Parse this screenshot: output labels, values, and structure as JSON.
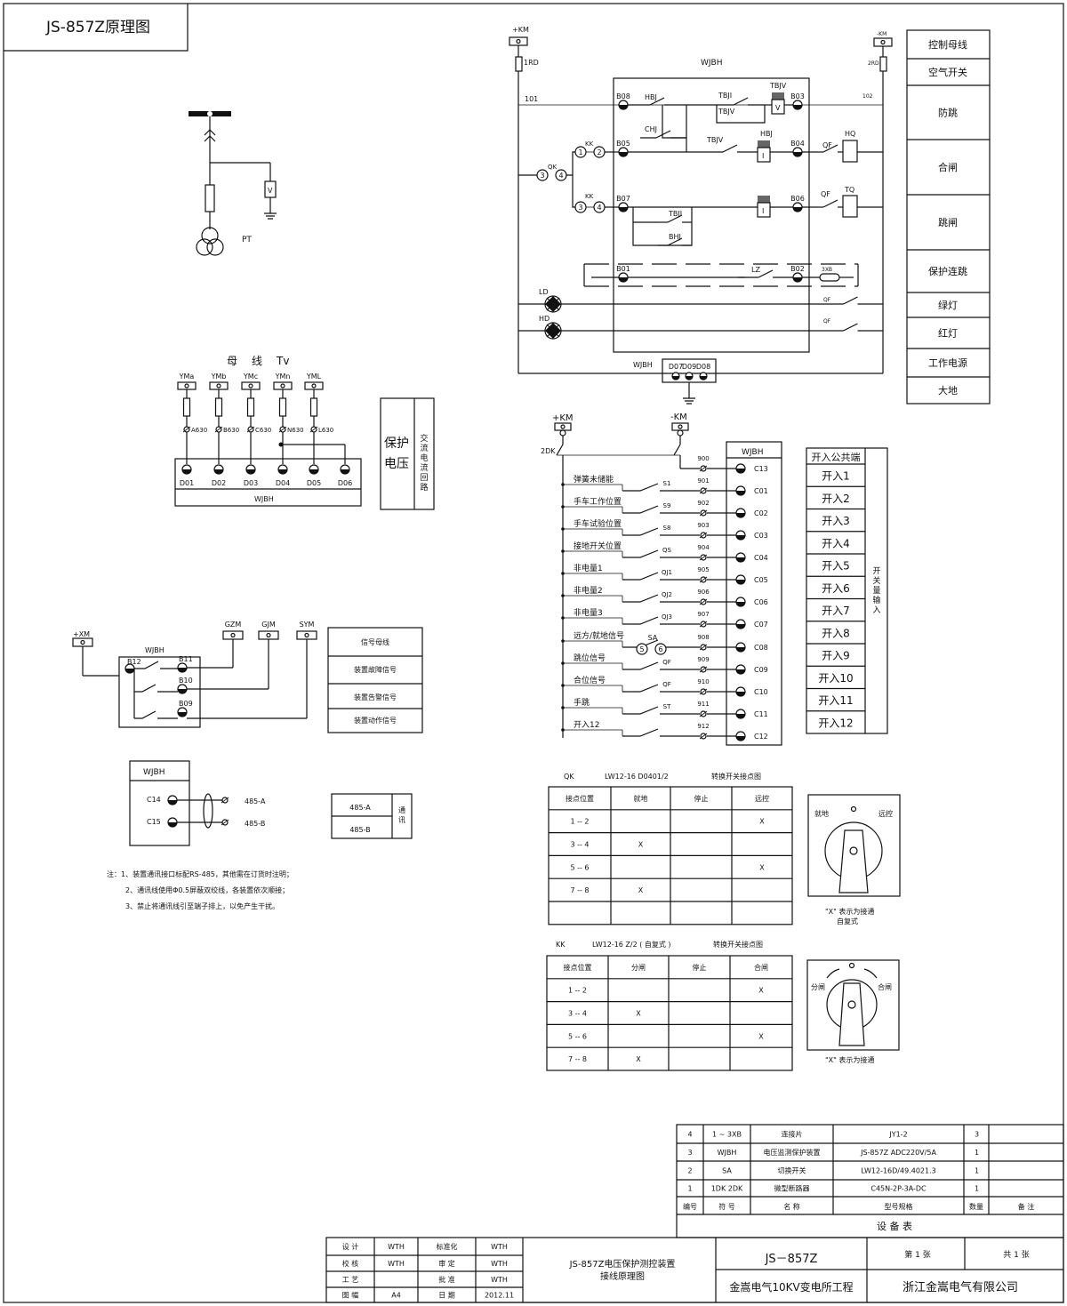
{
  "title": "JS-857Z原理图",
  "pt": {
    "label": "PT",
    "bus_header": [
      "母",
      "线",
      "Tv"
    ],
    "bus_names": [
      "YMa",
      "YMb",
      "YMc",
      "YMn",
      "YML"
    ],
    "wire_labels": [
      "A630",
      "B630",
      "C630",
      "N630",
      "L630"
    ],
    "terminals": [
      "D01",
      "D02",
      "D03",
      "D04",
      "D05",
      "D06"
    ],
    "device": "WJBH",
    "side_label_main": [
      "保护",
      "电压"
    ],
    "side_label_sub": "交流电流回路"
  },
  "control": {
    "plus_km": "+KM",
    "minus_km": "-KM",
    "rd1": "1RD",
    "rd2": "2RD",
    "device": "WJBH",
    "wire_101": "101",
    "wire_102": "102",
    "relays": {
      "hbj": "HBJ",
      "tbji": "TBJI",
      "tbjv": "TBJV",
      "chj": "CHJ",
      "kk": "KK",
      "qk": "QK",
      "qf": "QF",
      "hq": "HQ",
      "tq": "TQ",
      "bhj": "BHJ",
      "lz": "LZ",
      "xb": "3XB",
      "ld": "LD",
      "hd": "HD",
      "v": "V",
      "i": "I"
    },
    "terminals": [
      "B08",
      "B03",
      "B05",
      "B04",
      "B07",
      "B06",
      "B01",
      "B02"
    ],
    "contact_nums": [
      "1",
      "2",
      "3",
      "4"
    ],
    "power_terminals": [
      "D07",
      "D09",
      "D08"
    ],
    "legend": [
      "控制母线",
      "空气开关",
      "防跳",
      "合闸",
      "跳闸",
      "保护连跳",
      "绿灯",
      "红灯",
      "工作电源",
      "大地"
    ]
  },
  "signals": {
    "plus_xm": "+XM",
    "device": "WJBH",
    "terminals": [
      "B12",
      "B11",
      "B10",
      "B09"
    ],
    "buses": [
      "GZM",
      "GJM",
      "SYM"
    ],
    "legend": [
      "信号母线",
      "装置故障信号",
      "装置告警信号",
      "装置动作信号"
    ]
  },
  "comm": {
    "device": "WJBH",
    "terminals": [
      "C14",
      "C15"
    ],
    "lines": [
      "485-A",
      "485-B"
    ],
    "legend_label": "通讯"
  },
  "notes": [
    "注：1、装置通讯接口标配RS-485，其他需在订货时注明；",
    "2、通讯线使用Φ0.5屏蔽双绞线，各装置依次顺接；",
    "3、禁止将通讯线引至端子排上，以免产生干扰。"
  ],
  "inputs": {
    "plus_km": "+KM",
    "minus_km": "-KM",
    "dk": "2DK",
    "device": "WJBH",
    "rows": [
      {
        "label": "",
        "contact": "",
        "wire": "900",
        "term": "C13"
      },
      {
        "label": "弹簧未储能",
        "contact": "S1",
        "wire": "901",
        "term": "C01"
      },
      {
        "label": "手车工作位置",
        "contact": "S9",
        "wire": "902",
        "term": "C02"
      },
      {
        "label": "手车试验位置",
        "contact": "S8",
        "wire": "903",
        "term": "C03"
      },
      {
        "label": "接地开关位置",
        "contact": "QS",
        "wire": "904",
        "term": "C04"
      },
      {
        "label": "非电量1",
        "contact": "QJ1",
        "wire": "905",
        "term": "C05"
      },
      {
        "label": "非电量2",
        "contact": "QJ2",
        "wire": "906",
        "term": "C06"
      },
      {
        "label": "非电量3",
        "contact": "QJ3",
        "wire": "907",
        "term": "C07"
      },
      {
        "label": "远方/就地信号",
        "contact": "SA",
        "wire": "908",
        "term": "C08"
      },
      {
        "label": "跳位信号",
        "contact": "QF",
        "wire": "909",
        "term": "C09"
      },
      {
        "label": "合位信号",
        "contact": "QF",
        "wire": "910",
        "term": "C10"
      },
      {
        "label": "手跳",
        "contact": "ST",
        "wire": "911",
        "term": "C11"
      },
      {
        "label": "开入12",
        "contact": "",
        "wire": "912",
        "term": "C12"
      }
    ],
    "sa_nums": [
      "5",
      "6"
    ],
    "legend": [
      "开入公共端",
      "开入1",
      "开入2",
      "开入3",
      "开入4",
      "开入5",
      "开入6",
      "开入7",
      "开入8",
      "开入9",
      "开入10",
      "开入11",
      "开入12"
    ],
    "legend_side": "开关量输入"
  },
  "qk_table": {
    "name": "QK",
    "model": "LW12-16 D0401/2",
    "desc": "转换开关接点图",
    "headers": [
      "接点位置",
      "就地",
      "停止",
      "远控"
    ],
    "rows": [
      [
        "1 -- 2",
        "",
        "",
        "X"
      ],
      [
        "3 -- 4",
        "X",
        "",
        ""
      ],
      [
        "5 -- 6",
        "",
        "",
        "X"
      ],
      [
        "7 -- 8",
        "X",
        "",
        ""
      ],
      [
        "",
        "",
        "",
        ""
      ]
    ],
    "dial_left": "就地",
    "dial_right": "远控",
    "note1": "\"X\" 表示为接通",
    "note2": "自复式"
  },
  "kk_table": {
    "name": "KK",
    "model": "LW12-16 Z/2 ( 自复式 )",
    "desc": "转换开关接点图",
    "headers": [
      "接点位置",
      "分闸",
      "停止",
      "合闸"
    ],
    "rows": [
      [
        "1 -- 2",
        "",
        "",
        "X"
      ],
      [
        "3 -- 4",
        "X",
        "",
        ""
      ],
      [
        "5 -- 6",
        "",
        "",
        "X"
      ],
      [
        "7 -- 8",
        "X",
        "",
        ""
      ]
    ],
    "dial_left": "分闸",
    "dial_right": "合闸",
    "note1": "\"X\" 表示为接通"
  },
  "equipment": {
    "rows": [
      [
        "4",
        "1 ~ 3XB",
        "连接片",
        "JY1-2",
        "3",
        ""
      ],
      [
        "3",
        "WJBH",
        "电压监测保护装置",
        "JS-857Z  ADC220V/5A",
        "1",
        ""
      ],
      [
        "2",
        "SA",
        "切换开关",
        "LW12-16D/49.4021.3",
        "1",
        ""
      ],
      [
        "1",
        "1DK  2DK",
        "微型断路器",
        "C45N-2P-3A-DC",
        "1",
        ""
      ]
    ],
    "headers": [
      "编号",
      "符 号",
      "名 称",
      "型号规格",
      "数量",
      "备 注"
    ],
    "caption": "设 备 表"
  },
  "title_block": {
    "left": [
      [
        "设 计",
        "WTH",
        "标准化",
        "WTH"
      ],
      [
        "校 核",
        "WTH",
        "审 定",
        "WTH"
      ],
      [
        "工 艺",
        "",
        "批 准",
        "WTH"
      ],
      [
        "图 幅",
        "A4",
        "日 期",
        "2012.11"
      ]
    ],
    "drawing_name1": "JS-857Z电压保护测控装置",
    "drawing_name2": "接线原理图",
    "code": "JS－857Z",
    "sheet": "第 1 张",
    "total": "共 1 张",
    "project": "金嵩电气10KV变电所工程",
    "company": "浙江金嵩电气有限公司"
  }
}
